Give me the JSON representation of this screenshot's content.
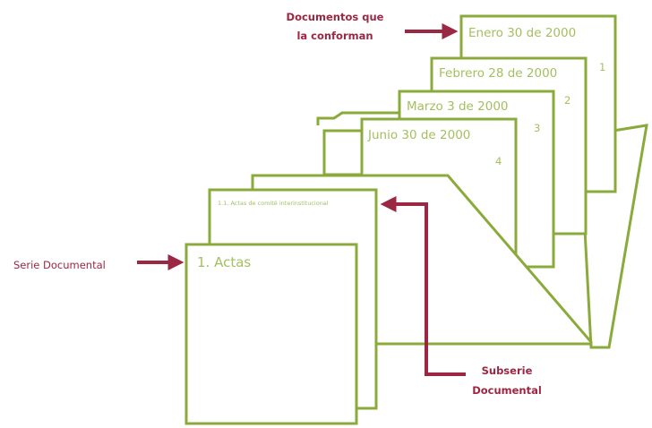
{
  "colors": {
    "stroke": "#8aab3c",
    "text": "#a4bf5e",
    "callout": "#9b2742",
    "fill": "#ffffff"
  },
  "documents": [
    {
      "date": "Enero 30 de 2000",
      "number": "1"
    },
    {
      "date": "Febrero 28 de 2000",
      "number": "2"
    },
    {
      "date": "Marzo 3 de 2000",
      "number": "3"
    },
    {
      "date": "Junio 30 de 2000",
      "number": "4"
    }
  ],
  "subseries_label": "1.1. Actas de comité interinstitucional",
  "series_label": "1. Actas",
  "callouts": {
    "documents_line1": "Documentos que",
    "documents_line2": "la conforman",
    "serie": "Serie Documental",
    "subserie_line1": "Subserie",
    "subserie_line2": "Documental"
  }
}
